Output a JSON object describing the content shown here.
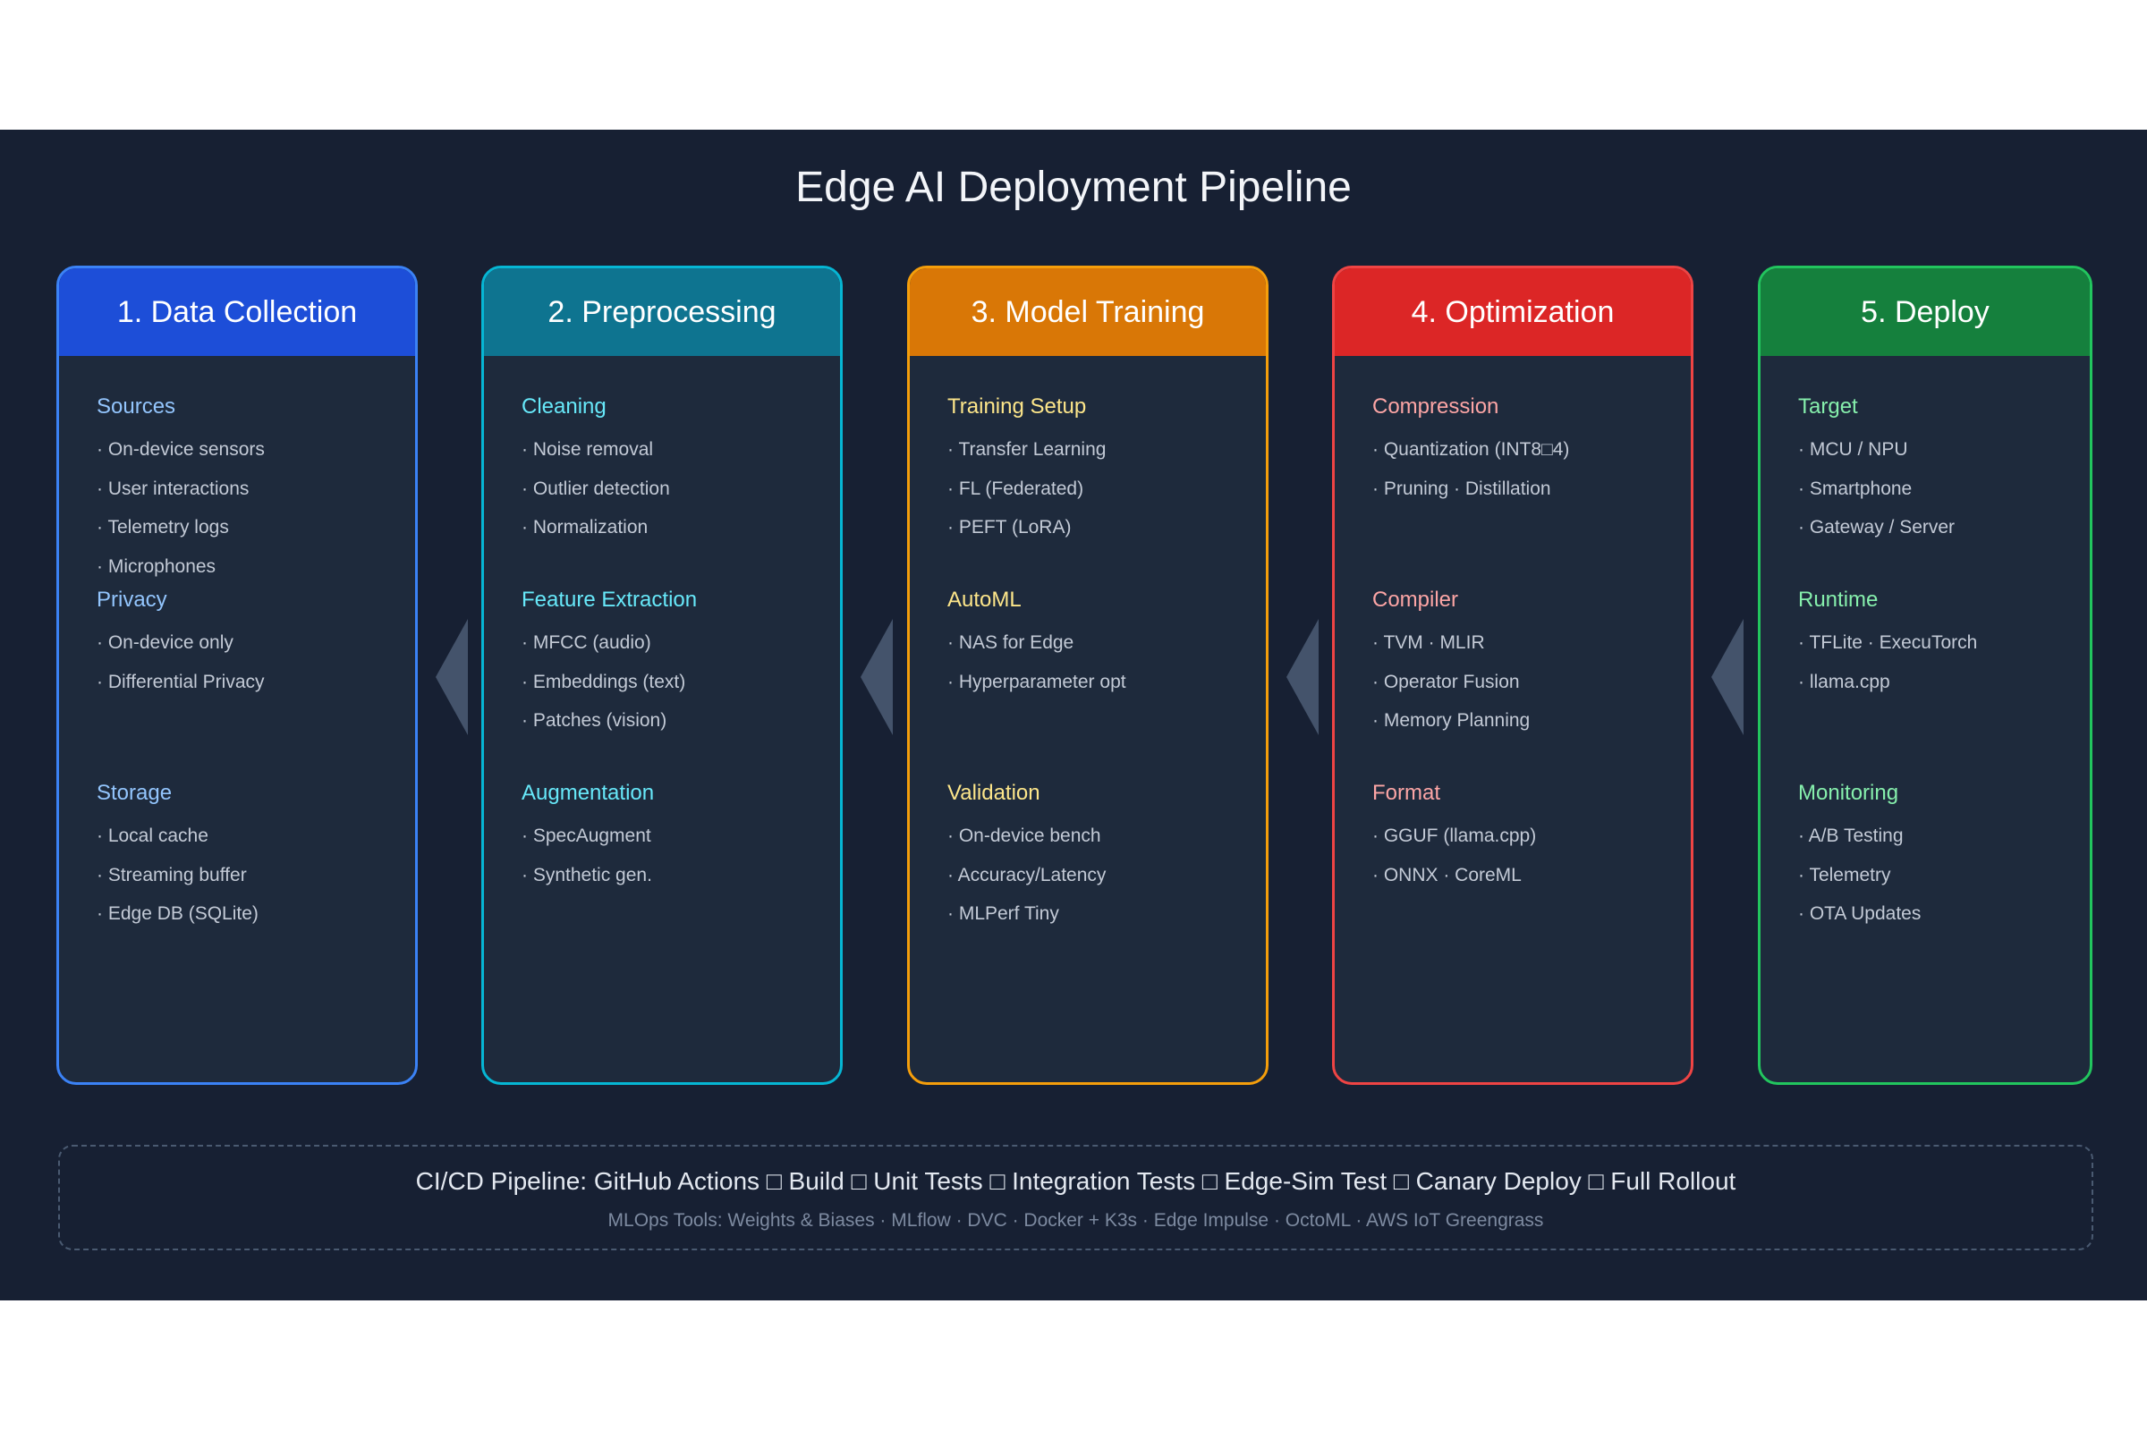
{
  "title": "Edge AI Deployment Pipeline",
  "stages": [
    {
      "header": "1. Data Collection",
      "header_color": "#1d4ed8",
      "border_color": "#3b82f6",
      "section_color": "#93c5fd",
      "sections": [
        {
          "title": "Sources",
          "items": [
            "· On-device sensors",
            "· User interactions",
            "· Telemetry logs",
            "· Microphones"
          ]
        },
        {
          "title": "Privacy",
          "items": [
            "· On-device only",
            "· Differential Privacy"
          ]
        },
        {
          "title": "Storage",
          "items": [
            "· Local cache",
            "· Streaming buffer",
            "· Edge DB (SQLite)"
          ]
        }
      ]
    },
    {
      "header": "2. Preprocessing",
      "header_color": "#0e7490",
      "border_color": "#06b6d4",
      "section_color": "#67e8f9",
      "sections": [
        {
          "title": "Cleaning",
          "items": [
            "· Noise removal",
            "· Outlier detection",
            "· Normalization"
          ]
        },
        {
          "title": "Feature Extraction",
          "items": [
            "· MFCC (audio)",
            "· Embeddings (text)",
            "· Patches (vision)"
          ]
        },
        {
          "title": "Augmentation",
          "items": [
            "· SpecAugment",
            "· Synthetic gen."
          ]
        }
      ]
    },
    {
      "header": "3. Model Training",
      "header_color": "#d97706",
      "border_color": "#f59e0b",
      "section_color": "#fde68a",
      "sections": [
        {
          "title": "Training Setup",
          "items": [
            "· Transfer Learning",
            "· FL (Federated)",
            "· PEFT (LoRA)"
          ]
        },
        {
          "title": "AutoML",
          "items": [
            "· NAS for Edge",
            "· Hyperparameter opt"
          ]
        },
        {
          "title": "Validation",
          "items": [
            "· On-device bench",
            "· Accuracy/Latency",
            "· MLPerf Tiny"
          ]
        }
      ]
    },
    {
      "header": "4. Optimization",
      "header_color": "#dc2626",
      "border_color": "#ef4444",
      "section_color": "#fca5a5",
      "sections": [
        {
          "title": "Compression",
          "items": [
            "· Quantization (INT8□4)",
            "· Pruning · Distillation"
          ]
        },
        {
          "title": "Compiler",
          "items": [
            "· TVM · MLIR",
            "· Operator Fusion",
            "· Memory Planning"
          ]
        },
        {
          "title": "Format",
          "items": [
            "· GGUF (llama.cpp)",
            "· ONNX · CoreML"
          ]
        }
      ]
    },
    {
      "header": "5. Deploy",
      "header_color": "#15803d",
      "border_color": "#22c55e",
      "section_color": "#86efac",
      "sections": [
        {
          "title": "Target",
          "items": [
            "· MCU / NPU",
            "· Smartphone",
            "· Gateway / Server"
          ]
        },
        {
          "title": "Runtime",
          "items": [
            "· TFLite · ExecuTorch",
            "· llama.cpp"
          ]
        },
        {
          "title": "Monitoring",
          "items": [
            "· A/B Testing",
            "· Telemetry",
            "· OTA Updates"
          ]
        }
      ]
    }
  ],
  "cicd": {
    "main": "CI/CD Pipeline: GitHub Actions □ Build □ Unit Tests □ Integration Tests □ Edge-Sim Test □ Canary Deploy □ Full Rollout",
    "sub": "MLOps Tools: Weights & Biases · MLflow · DVC · Docker + K3s · Edge Impulse · OctoML · AWS IoT Greengrass"
  }
}
